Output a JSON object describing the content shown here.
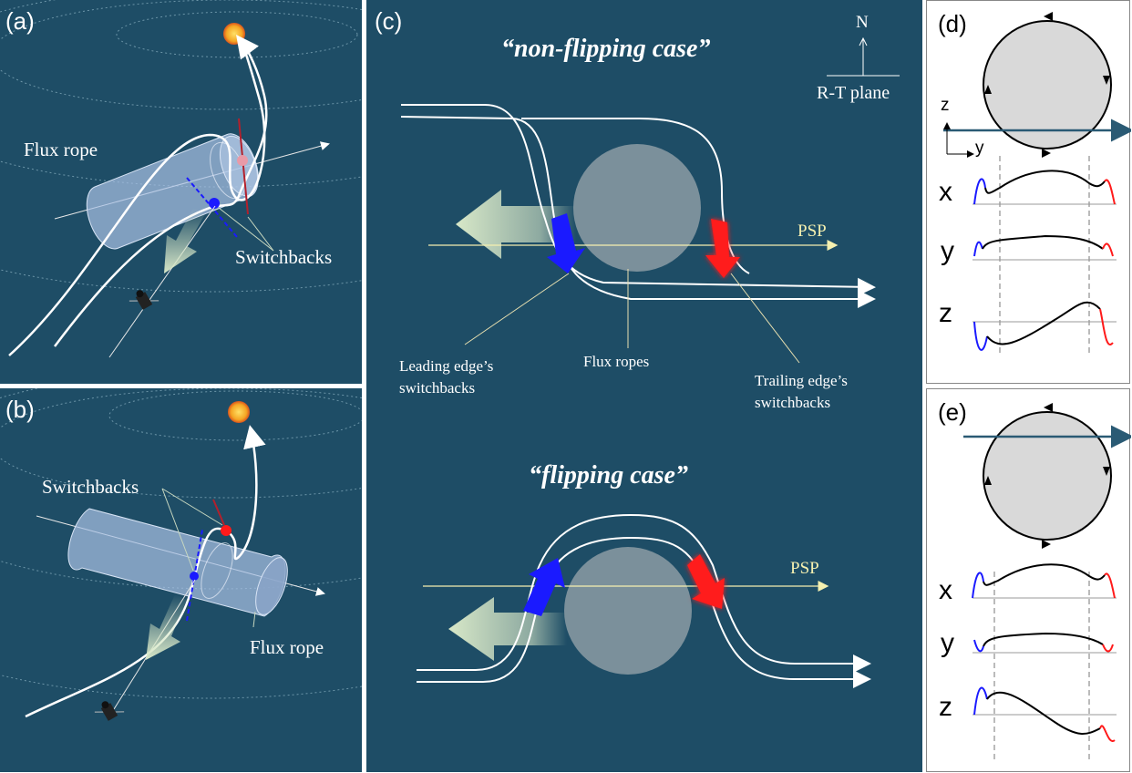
{
  "panel_a": {
    "label": "(a)",
    "flux_rope": "Flux rope",
    "switchbacks": "Switchbacks"
  },
  "panel_b": {
    "label": "(b)",
    "switchbacks": "Switchbacks",
    "flux_rope": "Flux rope"
  },
  "panel_c": {
    "label": "(c)",
    "non_flipping_title": "“non-flipping case”",
    "flipping_title": "“flipping case”",
    "compass_n": "N",
    "compass_plane": "R-T plane",
    "psp_top": "PSP",
    "psp_bottom": "PSP",
    "leading_line1": "Leading edge’s",
    "leading_line2": "switchbacks",
    "flux_ropes": "Flux ropes",
    "trailing_line1": "Trailing edge’s",
    "trailing_line2": "switchbacks"
  },
  "panel_d": {
    "label": "(d)",
    "axis_z": "z",
    "axis_y": "y",
    "row_x": "x",
    "row_y": "y",
    "row_z": "z"
  },
  "panel_e": {
    "label": "(e)",
    "row_x": "x",
    "row_y": "y",
    "row_z": "z"
  },
  "colors": {
    "background": "#1e4d66",
    "rope": "#a9c2e6",
    "blue": "#1a1aff",
    "red": "#ff1a1a",
    "psp_line": "#f5f0b0",
    "sun": "#f5a623"
  }
}
